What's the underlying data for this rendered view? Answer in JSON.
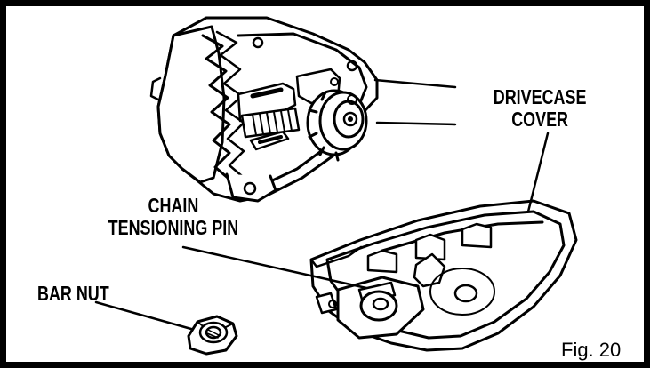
{
  "labels": {
    "drivecase_cover": [
      "DRIVECASE",
      "COVER"
    ],
    "chain_tensioning_pin": [
      "CHAIN",
      "TENSIONING PIN"
    ],
    "bar_nut": "BAR NUT"
  },
  "figure_label": "Fig. 20"
}
